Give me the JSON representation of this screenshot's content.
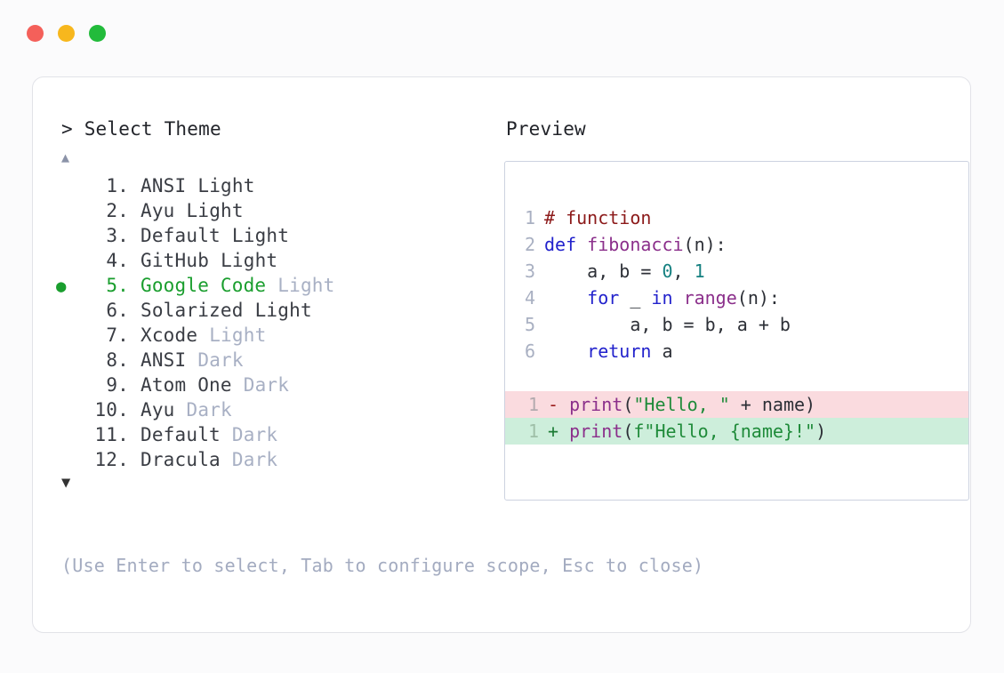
{
  "window": {
    "buttons": [
      {
        "name": "close",
        "color": "#f4605a"
      },
      {
        "name": "minimize",
        "color": "#f7b71d"
      },
      {
        "name": "maximize",
        "color": "#22bb3b"
      }
    ]
  },
  "prompt": {
    "caret": ">",
    "title": "Select Theme"
  },
  "scroll": {
    "up": "▲",
    "down": "▼"
  },
  "selection": {
    "bullet": "●",
    "selected_index": 5,
    "accent": "#1a9e2e"
  },
  "themes": [
    {
      "num": "1.",
      "name": "ANSI",
      "variant": "Light",
      "variant_muted": false,
      "selected": false
    },
    {
      "num": "2.",
      "name": "Ayu",
      "variant": "Light",
      "variant_muted": false,
      "selected": false
    },
    {
      "num": "3.",
      "name": "Default",
      "variant": "Light",
      "variant_muted": false,
      "selected": false
    },
    {
      "num": "4.",
      "name": "GitHub",
      "variant": "Light",
      "variant_muted": false,
      "selected": false
    },
    {
      "num": "5.",
      "name": "Google Code",
      "variant": "Light",
      "variant_muted": true,
      "selected": true
    },
    {
      "num": "6.",
      "name": "Solarized",
      "variant": "Light",
      "variant_muted": false,
      "selected": false
    },
    {
      "num": "7.",
      "name": "Xcode",
      "variant": "Light",
      "variant_muted": true,
      "selected": false
    },
    {
      "num": "8.",
      "name": "ANSI",
      "variant": "Dark",
      "variant_muted": true,
      "selected": false
    },
    {
      "num": "9.",
      "name": "Atom One",
      "variant": "Dark",
      "variant_muted": true,
      "selected": false
    },
    {
      "num": "10.",
      "name": "Ayu",
      "variant": "Dark",
      "variant_muted": true,
      "selected": false
    },
    {
      "num": "11.",
      "name": "Default",
      "variant": "Dark",
      "variant_muted": true,
      "selected": false
    },
    {
      "num": "12.",
      "name": "Dracula",
      "variant": "Dark",
      "variant_muted": true,
      "selected": false
    }
  ],
  "footer": {
    "hint": "(Use Enter to select, Tab to configure scope, Esc to close)"
  },
  "preview": {
    "label": "Preview",
    "code_lines": [
      {
        "num": "1",
        "tokens": [
          {
            "t": "# function",
            "c": "comment"
          }
        ]
      },
      {
        "num": "2",
        "tokens": [
          {
            "t": "def ",
            "c": "kw"
          },
          {
            "t": "fibonacci",
            "c": "fn"
          },
          {
            "t": "(n):",
            "c": "plain"
          }
        ]
      },
      {
        "num": "3",
        "tokens": [
          {
            "t": "    a, b = ",
            "c": "plain"
          },
          {
            "t": "0",
            "c": "num"
          },
          {
            "t": ", ",
            "c": "plain"
          },
          {
            "t": "1",
            "c": "num"
          }
        ]
      },
      {
        "num": "4",
        "tokens": [
          {
            "t": "    ",
            "c": "plain"
          },
          {
            "t": "for",
            "c": "kw"
          },
          {
            "t": " _ ",
            "c": "plain"
          },
          {
            "t": "in",
            "c": "kw"
          },
          {
            "t": " ",
            "c": "plain"
          },
          {
            "t": "range",
            "c": "fn"
          },
          {
            "t": "(n):",
            "c": "plain"
          }
        ]
      },
      {
        "num": "5",
        "tokens": [
          {
            "t": "        a, b = b, a + b",
            "c": "plain"
          }
        ]
      },
      {
        "num": "6",
        "tokens": [
          {
            "t": "    ",
            "c": "plain"
          },
          {
            "t": "return",
            "c": "kw"
          },
          {
            "t": " a",
            "c": "plain"
          }
        ]
      }
    ],
    "diff_lines": [
      {
        "num": "1",
        "kind": "del",
        "marker": "-",
        "tokens": [
          {
            "t": "print",
            "c": "fn"
          },
          {
            "t": "(",
            "c": "plain"
          },
          {
            "t": "\"Hello, \"",
            "c": "str"
          },
          {
            "t": " + name)",
            "c": "plain"
          }
        ]
      },
      {
        "num": "1",
        "kind": "add",
        "marker": "+",
        "tokens": [
          {
            "t": "print",
            "c": "fn"
          },
          {
            "t": "(",
            "c": "plain"
          },
          {
            "t": "f\"Hello, {name}!\"",
            "c": "str"
          },
          {
            "t": ")",
            "c": "plain"
          }
        ]
      }
    ]
  },
  "colors": {
    "page_bg": "#fbfbfc",
    "card_bg": "#ffffff",
    "card_border": "#e2e3e8",
    "preview_border": "#ccd2e0",
    "muted_text": "#a8b0c4",
    "body_text": "#2c2f36",
    "diff_del_bg": "#fadbdf",
    "diff_add_bg": "#cdeedb"
  }
}
